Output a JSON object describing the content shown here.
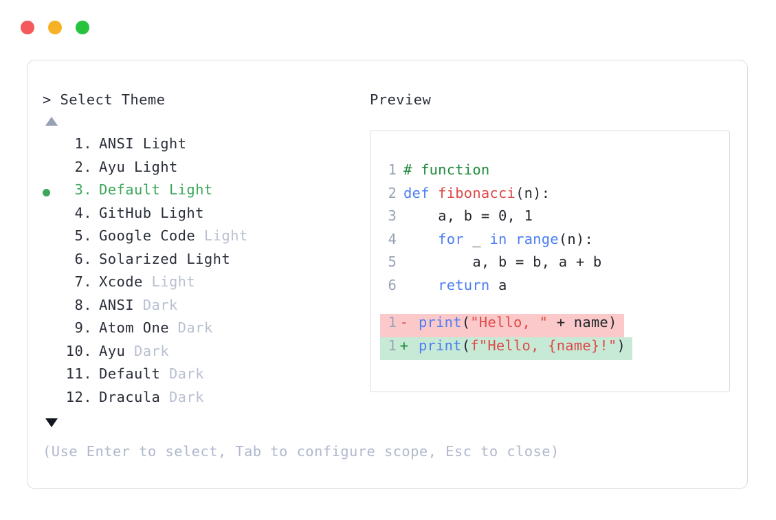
{
  "window": {
    "controls": [
      {
        "name": "close",
        "color": "#f4595b"
      },
      {
        "name": "minimize",
        "color": "#f6b224"
      },
      {
        "name": "maximize",
        "color": "#27c33f"
      }
    ]
  },
  "theme_panel": {
    "header": "> Select Theme",
    "scroll_up_icon": "triangle-up-icon",
    "scroll_down_icon": "triangle-down-icon",
    "selected_index": 3,
    "selected_color": "#3aa75a",
    "muted_color": "#b9c0d0",
    "items": [
      {
        "index": "1.",
        "name": "ANSI",
        "suffix": "Light",
        "suffix_muted": false,
        "selected": false
      },
      {
        "index": "2.",
        "name": "Ayu",
        "suffix": "Light",
        "suffix_muted": false,
        "selected": false
      },
      {
        "index": "3.",
        "name": "Default",
        "suffix": "Light",
        "suffix_muted": false,
        "selected": true
      },
      {
        "index": "4.",
        "name": "GitHub",
        "suffix": "Light",
        "suffix_muted": false,
        "selected": false
      },
      {
        "index": "5.",
        "name": "Google Code",
        "suffix": "Light",
        "suffix_muted": true,
        "selected": false
      },
      {
        "index": "6.",
        "name": "Solarized",
        "suffix": "Light",
        "suffix_muted": false,
        "selected": false
      },
      {
        "index": "7.",
        "name": "Xcode",
        "suffix": "Light",
        "suffix_muted": true,
        "selected": false
      },
      {
        "index": "8.",
        "name": "ANSI",
        "suffix": "Dark",
        "suffix_muted": true,
        "selected": false
      },
      {
        "index": "9.",
        "name": "Atom One",
        "suffix": "Dark",
        "suffix_muted": true,
        "selected": false
      },
      {
        "index": "10.",
        "name": "Ayu",
        "suffix": "Dark",
        "suffix_muted": true,
        "selected": false
      },
      {
        "index": "11.",
        "name": "Default",
        "suffix": "Dark",
        "suffix_muted": true,
        "selected": false
      },
      {
        "index": "12.",
        "name": "Dracula",
        "suffix": "Dark",
        "suffix_muted": true,
        "selected": false
      }
    ]
  },
  "preview_panel": {
    "header": "Preview",
    "code_lines": [
      {
        "number": "1",
        "tokens": [
          {
            "text": "# function",
            "type": "comment"
          }
        ]
      },
      {
        "number": "2",
        "tokens": [
          {
            "text": "def ",
            "type": "keyword"
          },
          {
            "text": "fibonacci",
            "type": "func"
          },
          {
            "text": "(n):",
            "type": "plain"
          }
        ]
      },
      {
        "number": "3",
        "tokens": [
          {
            "text": "    a, b = 0, 1",
            "type": "plain"
          }
        ]
      },
      {
        "number": "4",
        "tokens": [
          {
            "text": "    ",
            "type": "plain"
          },
          {
            "text": "for",
            "type": "keyword"
          },
          {
            "text": " _ ",
            "type": "plain"
          },
          {
            "text": "in",
            "type": "keyword"
          },
          {
            "text": " ",
            "type": "plain"
          },
          {
            "text": "range",
            "type": "builtin"
          },
          {
            "text": "(n):",
            "type": "plain"
          }
        ]
      },
      {
        "number": "5",
        "tokens": [
          {
            "text": "        a, b = b, a + b",
            "type": "plain"
          }
        ]
      },
      {
        "number": "6",
        "tokens": [
          {
            "text": "    ",
            "type": "plain"
          },
          {
            "text": "return",
            "type": "keyword"
          },
          {
            "text": " a",
            "type": "plain"
          }
        ]
      }
    ],
    "diff_lines": [
      {
        "number": "1",
        "sign": "-",
        "kind": "removed",
        "tokens": [
          {
            "text": "print",
            "type": "builtin"
          },
          {
            "text": "(",
            "type": "plain"
          },
          {
            "text": "\"Hello, \"",
            "type": "string"
          },
          {
            "text": " + name)",
            "type": "plain"
          }
        ]
      },
      {
        "number": "1",
        "sign": "+",
        "kind": "added",
        "tokens": [
          {
            "text": "print",
            "type": "builtin"
          },
          {
            "text": "(",
            "type": "plain"
          },
          {
            "text": "f\"Hello, ",
            "type": "string"
          },
          {
            "text": "{name}",
            "type": "string"
          },
          {
            "text": "!\"",
            "type": "string"
          },
          {
            "text": ")",
            "type": "plain"
          }
        ]
      }
    ],
    "diff_removed_bg": "#fbc9c9",
    "diff_added_bg": "#c7ead6"
  },
  "footer": {
    "hint": "(Use Enter to select, Tab to configure scope, Esc to close)"
  }
}
